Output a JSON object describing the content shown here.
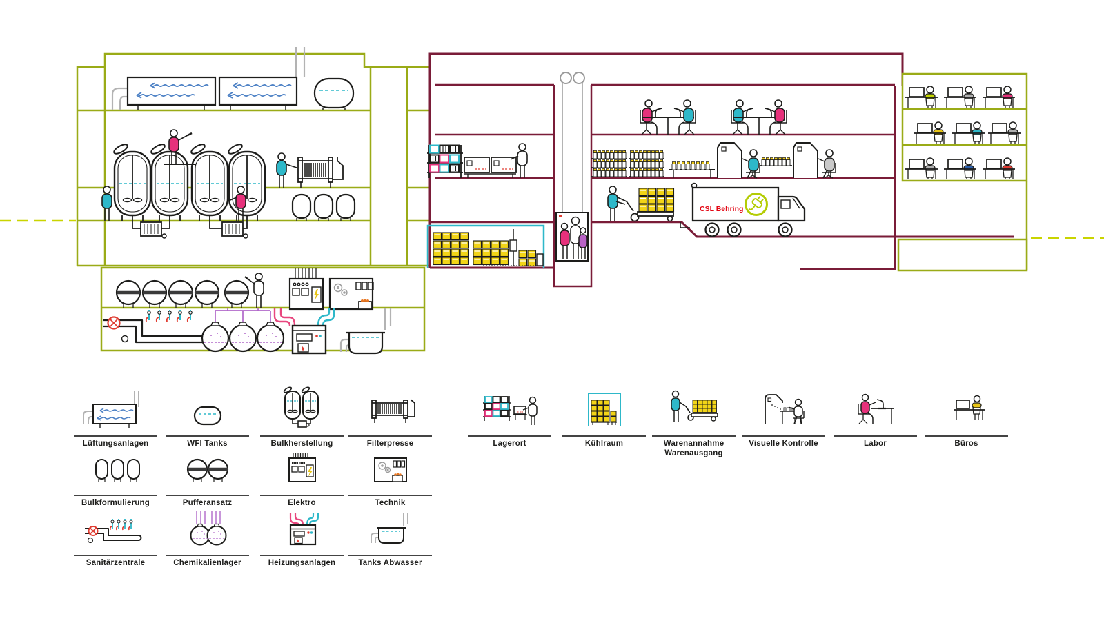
{
  "diagram": {
    "truck_label": "CSL Behring",
    "colors": {
      "building_green": "#9aab17",
      "building_maroon": "#7a1c38",
      "ground_dash": "#c9d400",
      "cyan": "#2eb8c9",
      "pink": "#e6317b",
      "purple": "#b168c9",
      "yellow": "#f2d417",
      "vial_cap_yellow": "#e8c516",
      "water_blue": "#4a7fc4",
      "red": "#e30613",
      "truck_logo_lime": "#b4cc04",
      "pipe_pink": "#e8467e",
      "line_dark": "#1d1d1b",
      "pipe_gray": "#b3b3b3"
    }
  },
  "legend": {
    "row1": [
      {
        "icon": "ventilation-icon",
        "label": "Lüftungsanlagen"
      },
      {
        "icon": "wfi-tank-icon",
        "label": "WFI Tanks"
      },
      {
        "icon": "bulk-production-icon",
        "label": "Bulkherstellung"
      },
      {
        "icon": "filter-press-icon",
        "label": "Filterpresse"
      },
      {
        "icon": "storage-icon",
        "label": "Lagerort"
      },
      {
        "icon": "cold-room-icon",
        "label": "Kühlraum"
      },
      {
        "icon": "goods-receiving-icon",
        "label": "Warenannahme",
        "label2": "Warenausgang"
      },
      {
        "icon": "visual-inspection-icon",
        "label": "Visuelle Kontrolle"
      },
      {
        "icon": "laboratory-icon",
        "label": "Labor"
      },
      {
        "icon": "offices-icon",
        "label": "Büros"
      }
    ],
    "row2": [
      {
        "icon": "bulk-formulation-icon",
        "label": "Bulkformulierung"
      },
      {
        "icon": "buffer-preparation-icon",
        "label": "Pufferansatz"
      },
      {
        "icon": "electrical-icon",
        "label": "Elektro"
      },
      {
        "icon": "technical-icon",
        "label": "Technik"
      }
    ],
    "row3": [
      {
        "icon": "sanitary-center-icon",
        "label": "Sanitärzentrale"
      },
      {
        "icon": "chemical-storage-icon",
        "label": "Chemikalienlager"
      },
      {
        "icon": "heating-plant-icon",
        "label": "Heizungsanlagen"
      },
      {
        "icon": "waste-water-tanks-icon",
        "label": "Tanks Abwasser"
      }
    ]
  }
}
